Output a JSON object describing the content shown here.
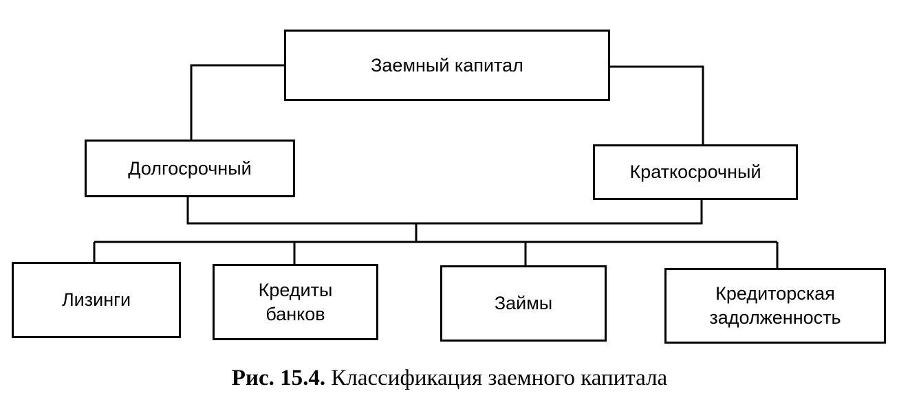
{
  "diagram": {
    "root": {
      "label": "Заемный капитал"
    },
    "terms": [
      {
        "label": "Долгосрочный"
      },
      {
        "label": "Краткосрочный"
      }
    ],
    "types": [
      {
        "label": "Лизинги"
      },
      {
        "label": "Кредиты\nбанков"
      },
      {
        "label": "Займы"
      },
      {
        "label": "Кредиторская\nзадолженность"
      }
    ]
  },
  "caption": {
    "number": "Рис. 15.4.",
    "title": "Классификация заемного капитала"
  }
}
